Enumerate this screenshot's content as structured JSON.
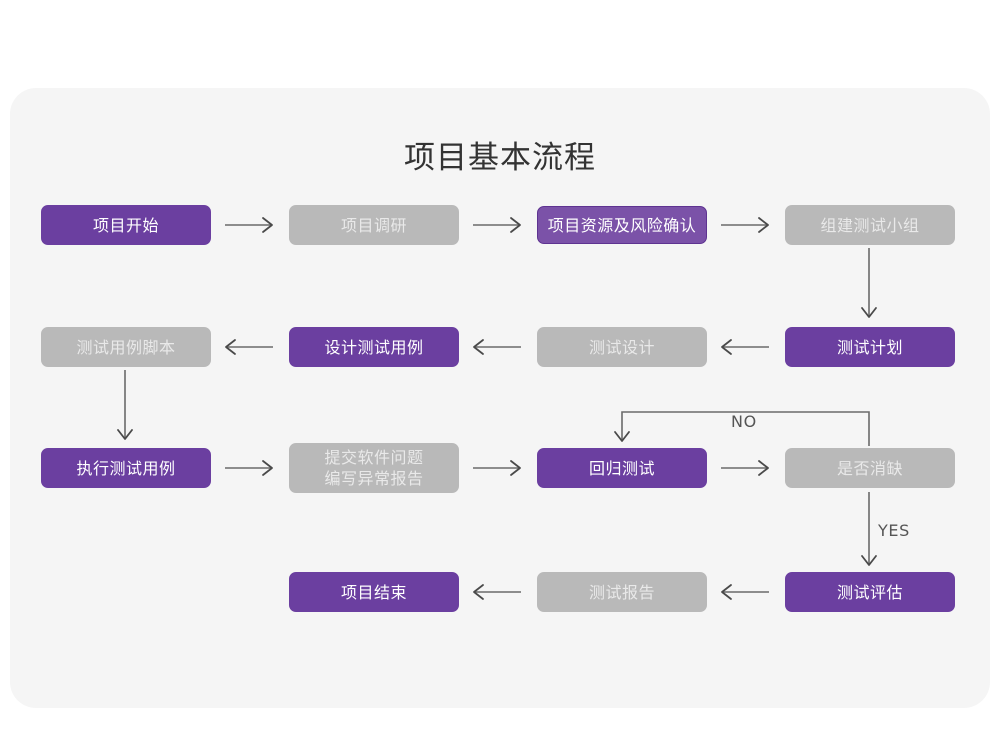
{
  "title": "项目基本流程",
  "colors": {
    "purple": "#6b3fa0",
    "purple_outline_fill": "#7b52a8",
    "purple_outline_border": "#5e3391",
    "gray": "#b9b9b9",
    "gray_text": "#e9e9e9",
    "card_bg": "#f5f5f5",
    "page_bg": "#ffffff",
    "connector": "#6b6b6b",
    "title_text": "#333333"
  },
  "nodes": [
    {
      "id": "n1",
      "label": "项目开始",
      "style": "purple",
      "row": 1
    },
    {
      "id": "n2",
      "label": "项目调研",
      "style": "gray",
      "row": 1
    },
    {
      "id": "n3",
      "label": "项目资源及风险确认",
      "style": "purple-outline",
      "row": 1
    },
    {
      "id": "n4",
      "label": "组建测试小组",
      "style": "gray",
      "row": 1
    },
    {
      "id": "n5",
      "label": "测试用例脚本",
      "style": "gray",
      "row": 2
    },
    {
      "id": "n6",
      "label": "设计测试用例",
      "style": "purple",
      "row": 2
    },
    {
      "id": "n7",
      "label": "测试设计",
      "style": "gray",
      "row": 2
    },
    {
      "id": "n8",
      "label": "测试计划",
      "style": "purple",
      "row": 2
    },
    {
      "id": "n9",
      "label": "执行测试用例",
      "style": "purple",
      "row": 3
    },
    {
      "id": "n10",
      "label": "提交软件问题\n编写异常报告",
      "style": "gray",
      "row": 3
    },
    {
      "id": "n11",
      "label": "回归测试",
      "style": "purple",
      "row": 3
    },
    {
      "id": "n12",
      "label": "是否消缺",
      "style": "gray",
      "row": 3
    },
    {
      "id": "n13",
      "label": "项目结束",
      "style": "purple",
      "row": 4
    },
    {
      "id": "n14",
      "label": "测试报告",
      "style": "gray",
      "row": 4
    },
    {
      "id": "n15",
      "label": "测试评估",
      "style": "purple",
      "row": 4
    }
  ],
  "edge_labels": {
    "no": "NO",
    "yes": "YES"
  },
  "connections": [
    {
      "from": "n1",
      "to": "n2",
      "direction": "right"
    },
    {
      "from": "n2",
      "to": "n3",
      "direction": "right"
    },
    {
      "from": "n3",
      "to": "n4",
      "direction": "right"
    },
    {
      "from": "n4",
      "to": "n8",
      "direction": "down"
    },
    {
      "from": "n8",
      "to": "n7",
      "direction": "left"
    },
    {
      "from": "n7",
      "to": "n6",
      "direction": "left"
    },
    {
      "from": "n6",
      "to": "n5",
      "direction": "left"
    },
    {
      "from": "n5",
      "to": "n9",
      "direction": "down"
    },
    {
      "from": "n9",
      "to": "n10",
      "direction": "right"
    },
    {
      "from": "n10",
      "to": "n11",
      "direction": "right"
    },
    {
      "from": "n11",
      "to": "n12",
      "direction": "right"
    },
    {
      "from": "n12",
      "to": "n11",
      "direction": "loop-up-left",
      "label": "NO"
    },
    {
      "from": "n12",
      "to": "n15",
      "direction": "down",
      "label": "YES"
    },
    {
      "from": "n15",
      "to": "n14",
      "direction": "left"
    },
    {
      "from": "n14",
      "to": "n13",
      "direction": "left"
    }
  ]
}
